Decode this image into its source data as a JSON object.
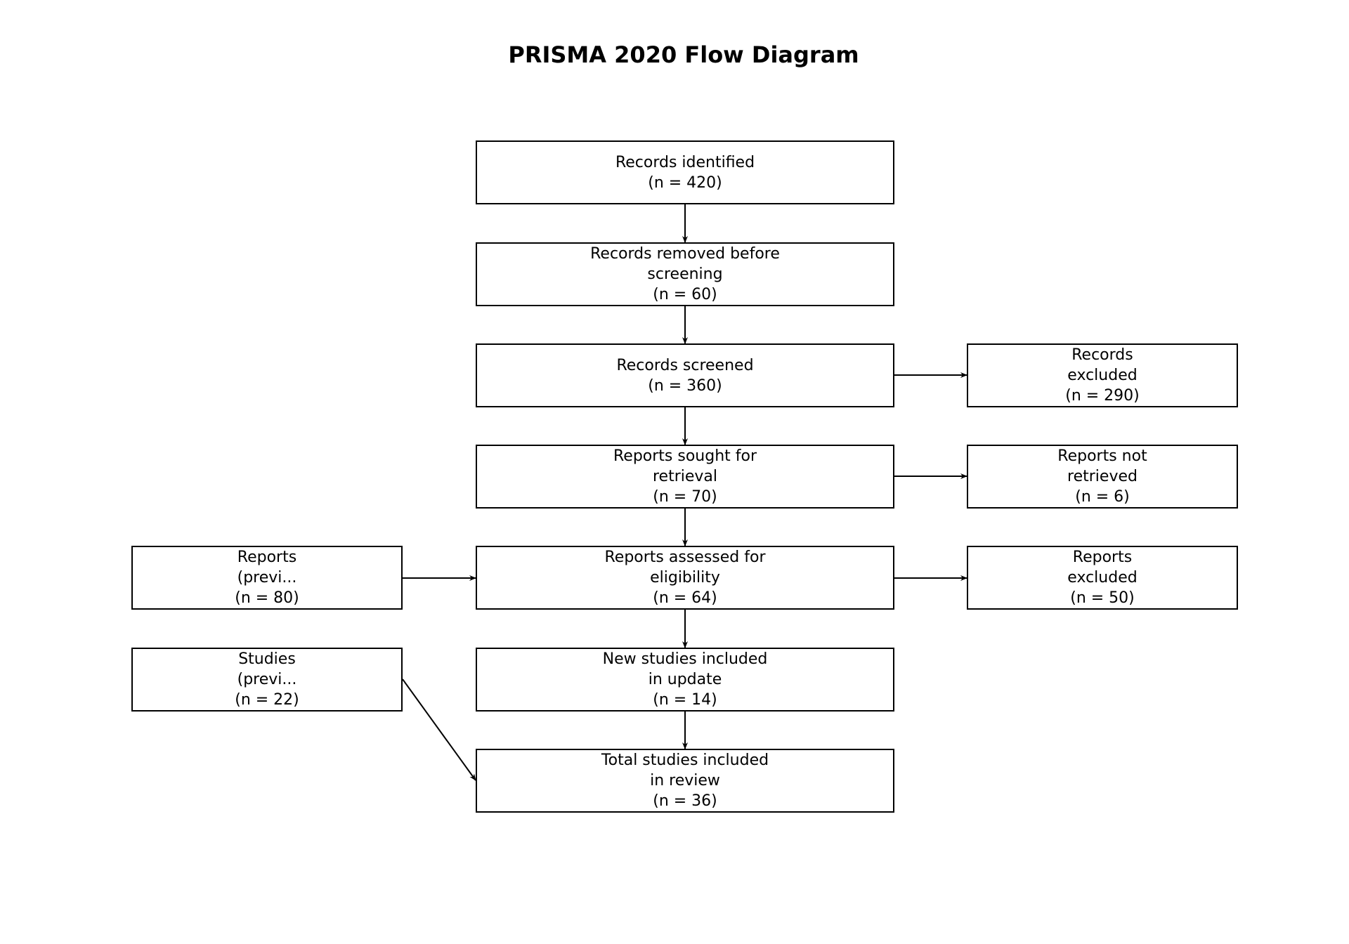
{
  "title": "PRISMA 2020 Flow Diagram",
  "boxes": {
    "identified": {
      "lines": [
        "Records identified",
        "(n = 420)"
      ]
    },
    "removed": {
      "lines": [
        "Records removed before",
        "screening",
        "(n = 60)"
      ]
    },
    "screened": {
      "lines": [
        "Records screened",
        "(n = 360)"
      ]
    },
    "sought": {
      "lines": [
        "Reports sought for",
        "retrieval",
        "(n = 70)"
      ]
    },
    "assessed": {
      "lines": [
        "Reports assessed for",
        "eligibility",
        "(n = 64)"
      ]
    },
    "new_studies": {
      "lines": [
        "New studies included",
        "in update",
        "(n = 14)"
      ]
    },
    "total": {
      "lines": [
        "Total studies included",
        "in review",
        "(n = 36)"
      ]
    },
    "records_excluded": {
      "lines": [
        "Records",
        "excluded",
        "(n = 290)"
      ]
    },
    "not_retrieved": {
      "lines": [
        "Reports not",
        "retrieved",
        "(n = 6)"
      ]
    },
    "reports_excluded": {
      "lines": [
        "Reports",
        "excluded",
        "(n = 50)"
      ]
    },
    "previous_reports": {
      "lines": [
        "Reports",
        "(previ...",
        "(n = 80)"
      ]
    },
    "previous_studies": {
      "lines": [
        "Studies",
        "(previ...",
        "(n = 22)"
      ]
    }
  },
  "colors": {
    "stroke": "#000000",
    "box_fill": "#ffffff",
    "text": "#000000"
  }
}
